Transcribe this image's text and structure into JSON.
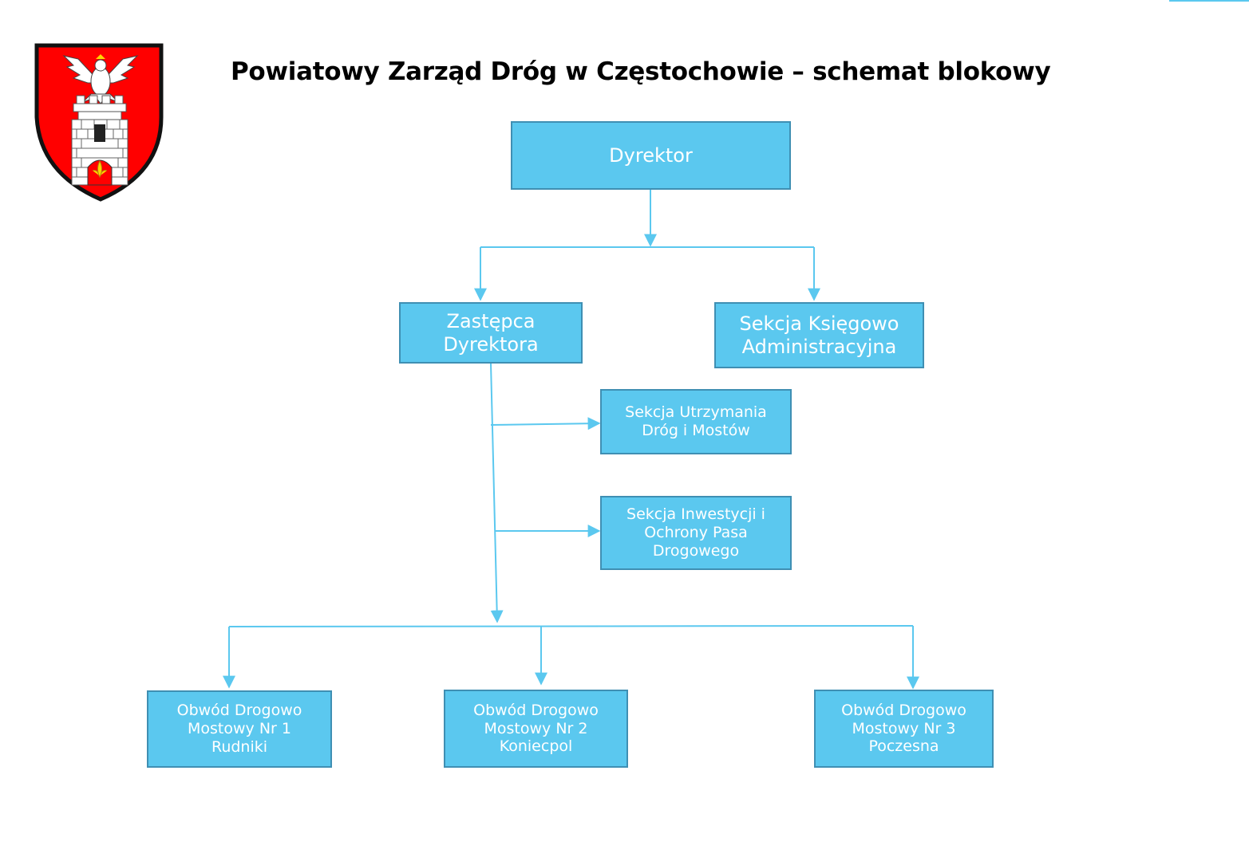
{
  "title": "Powiatowy Zarząd Dróg w Częstochowie – schemat blokowy",
  "colors": {
    "box_fill": "#5bc8ef",
    "box_border": "#3f8fb3",
    "connector": "#5bc8ef",
    "crest_red": "#ff0000"
  },
  "nodes": {
    "dyrektor": "Dyrektor",
    "zastepca": "Zastępca\nDyrektora",
    "ksiegowo": "Sekcja Księgowo\nAdministracyjna",
    "utrzymania": "Sekcja Utrzymania\nDróg i Mostów",
    "inwestycji": "Sekcja Inwestycji i\nOchrony Pasa\nDrogowego",
    "obwod1": "Obwód Drogowo\nMostowy Nr 1\nRudniki",
    "obwod2": "Obwód Drogowo\nMostowy Nr 2\nKoniecpol",
    "obwod3": "Obwód Drogowo\nMostowy Nr 3\nPoczesna"
  },
  "crest": {
    "icon": "coat-of-arms-tower-eagle-icon"
  }
}
